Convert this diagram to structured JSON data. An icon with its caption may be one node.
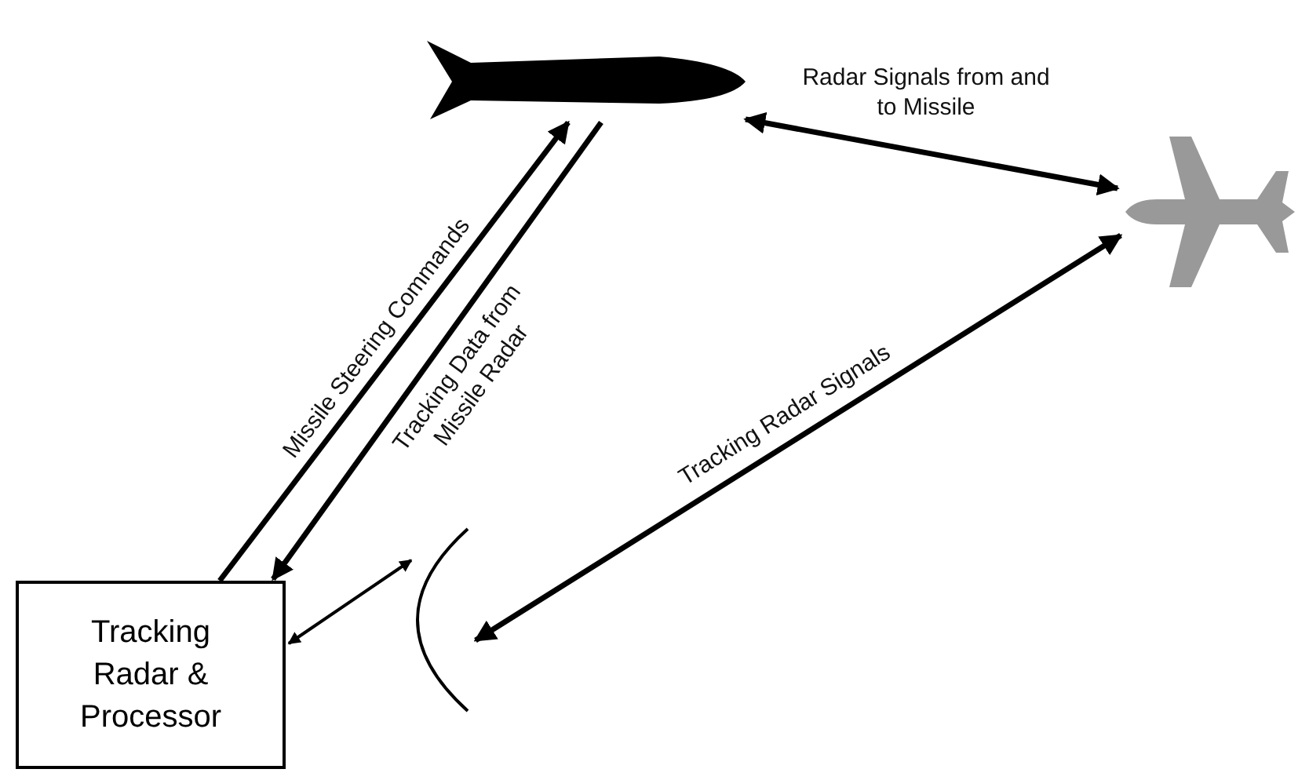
{
  "diagram": {
    "nodes": [
      {
        "text": [],
        "shape": "picture"
      },
      {
        "text": [],
        "shape": "picture"
      },
      {
        "text": [],
        "shape": "arc"
      },
      {
        "text": [
          "Tracking Radar & Processor"
        ]
      }
    ],
    "edges": [
      {
        "from": 3,
        "to": 0,
        "arrow": "to",
        "label": "Missile Steering Commands"
      },
      {
        "from": 0,
        "to": 3,
        "arrow": "to",
        "label": "Tracking Data from Missile Radar"
      },
      {
        "from": 0,
        "to": 1,
        "arrow": "both",
        "label": "Radar Signals from and to Missile"
      },
      {
        "from": 2,
        "to": 1,
        "arrow": "both",
        "label": "Tracking Radar Signals"
      },
      {
        "from": 3,
        "to": 2,
        "arrow": "both"
      }
    ]
  }
}
